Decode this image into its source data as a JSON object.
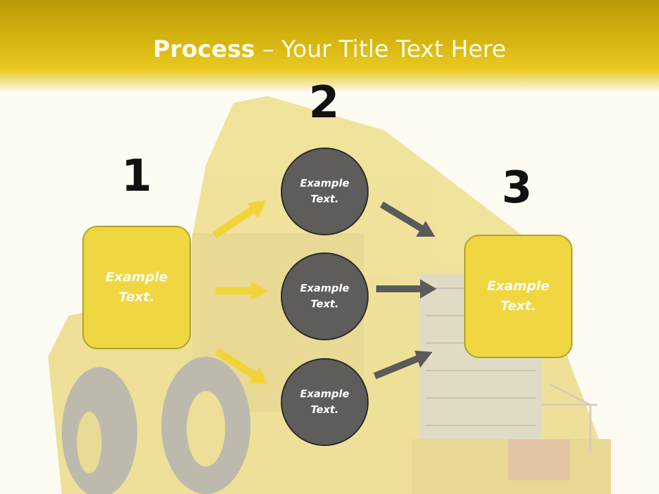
{
  "slide": {
    "title_bold": "Process",
    "title_rest": " – Your Title Text Here"
  },
  "steps": {
    "one": "1",
    "two": "2",
    "three": "3"
  },
  "boxes": {
    "left": "Example\nText.",
    "right": "Example\nText."
  },
  "circles": [
    {
      "text": "Example\nText."
    },
    {
      "text": "Example\nText."
    },
    {
      "text": "Example\nText."
    }
  ],
  "colors": {
    "header": "#d4b20f",
    "box_fill": "#f0d640",
    "circle_fill": "#5f5d5c",
    "arrow_yellow": "#f2d33a",
    "arrow_gray": "#5a5a5a"
  }
}
